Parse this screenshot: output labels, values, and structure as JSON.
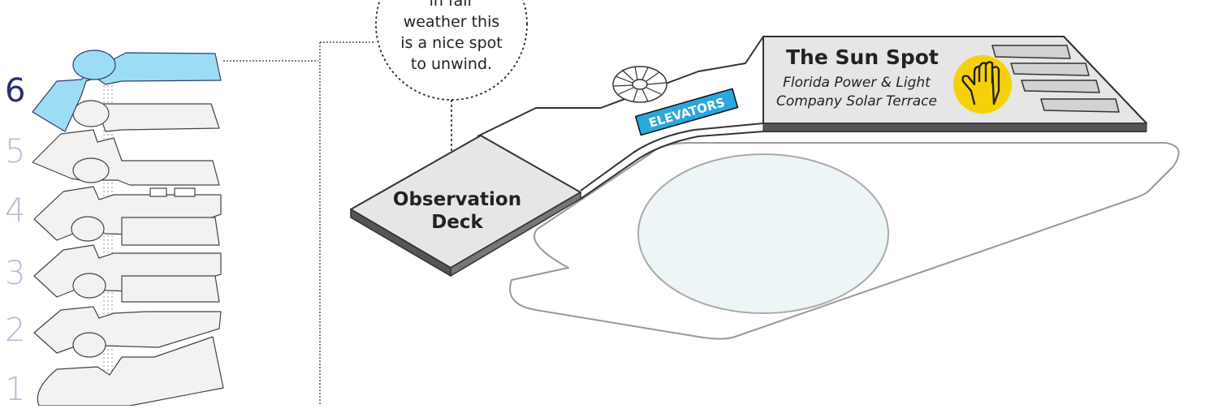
{
  "floors": [
    "6",
    "5",
    "4",
    "3",
    "2",
    "1"
  ],
  "active_floor": "6",
  "callout": {
    "lines": [
      "in fair",
      "weather this",
      "is a nice spot",
      "to unwind."
    ]
  },
  "deck": {
    "lines": [
      "Observation",
      "Deck"
    ]
  },
  "elevators_label": "ELEVATORS",
  "sun_spot": {
    "title": "The Sun Spot",
    "subtitle_lines": [
      "Florida Power & Light",
      "Company Solar Terrace"
    ]
  },
  "icons": [
    "fan-icon",
    "hand-icon"
  ],
  "colors": {
    "highlight_floor": "#9ddcf5",
    "elevators_badge": "#2aa8dd",
    "hand_badge": "#f5d10b",
    "floor_number_active": "#2b2f6e",
    "floor_number_inactive": "#b8bcdc"
  }
}
